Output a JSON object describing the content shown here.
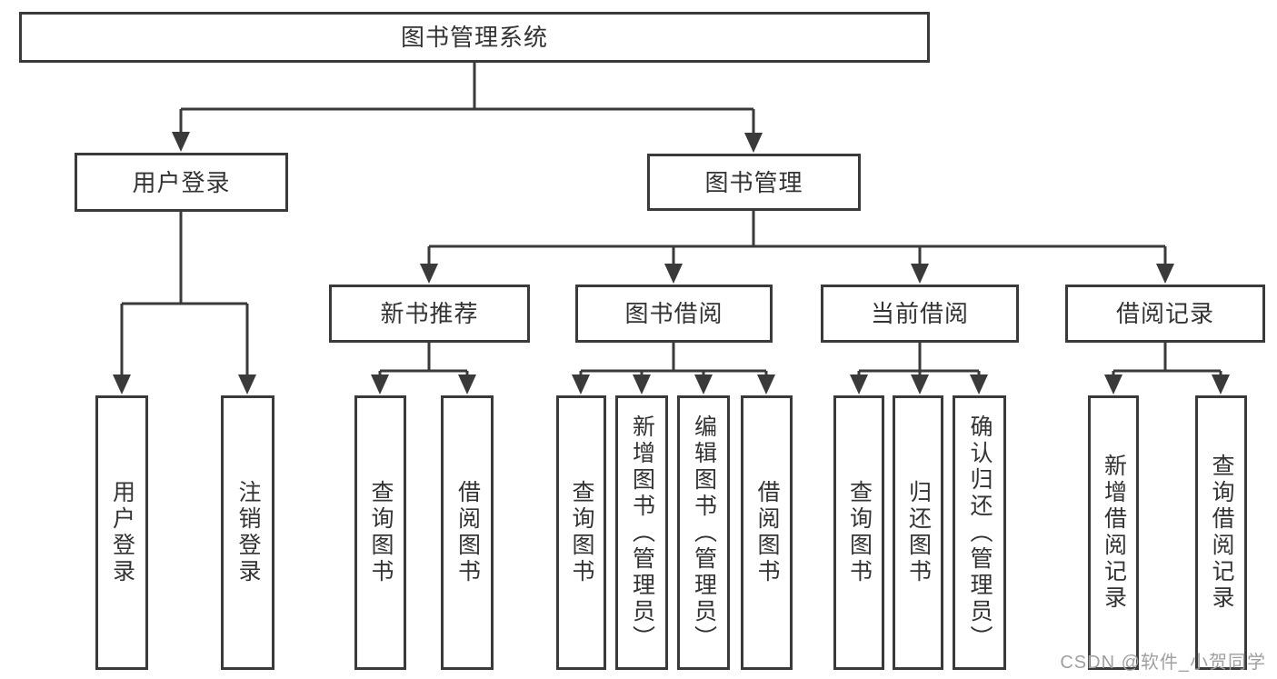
{
  "diagram": {
    "root": {
      "label": "图书管理系统",
      "children": [
        {
          "label": "用户登录",
          "children": [
            {
              "label": "用户登录"
            },
            {
              "label": "注销登录"
            }
          ]
        },
        {
          "label": "图书管理",
          "children": [
            {
              "label": "新书推荐",
              "children": [
                {
                  "label": "查询图书"
                },
                {
                  "label": "借阅图书"
                }
              ]
            },
            {
              "label": "图书借阅",
              "children": [
                {
                  "label": "查询图书"
                },
                {
                  "label": "新增图书（管理员）"
                },
                {
                  "label": "编辑图书（管理员）"
                },
                {
                  "label": "借阅图书"
                }
              ]
            },
            {
              "label": "当前借阅",
              "children": [
                {
                  "label": "查询图书"
                },
                {
                  "label": "归还图书"
                },
                {
                  "label": "确认归还（管理员）"
                }
              ]
            },
            {
              "label": "借阅记录",
              "children": [
                {
                  "label": "新增借阅记录"
                },
                {
                  "label": "查询借阅记录"
                }
              ]
            }
          ]
        }
      ]
    }
  },
  "watermark": "CSDN @软件_小贺同学",
  "colors": {
    "line": "#3a3a3a",
    "box_border": "#3a3a3a",
    "text": "#333333",
    "watermark": "#a0a0a0",
    "background": "#ffffff"
  }
}
